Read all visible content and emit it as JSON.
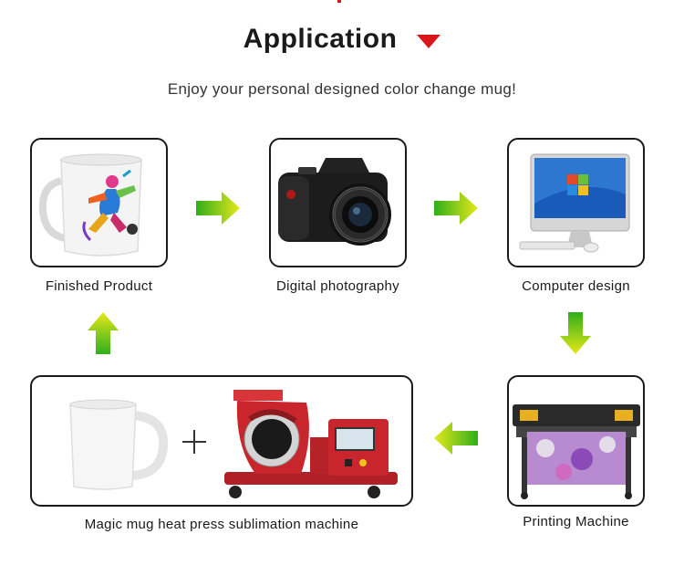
{
  "header": {
    "title": "Application",
    "subtitle": "Enjoy your personal designed color change mug!"
  },
  "steps": {
    "finished_product": "Finished Product",
    "digital_photography": "Digital photography",
    "computer_design": "Computer design",
    "printing_machine": "Printing Machine",
    "heat_press": "Magic mug heat press sublimation machine"
  },
  "colors": {
    "accent_red": "#d9161c",
    "arrow_green": "#3bb51a",
    "arrow_yellow": "#e8e61a"
  },
  "icons": [
    "mug-icon",
    "camera-icon",
    "computer-icon",
    "printer-icon",
    "plain-mug-icon",
    "heat-press-icon",
    "plus-icon",
    "arrow-right-icon",
    "arrow-down-icon",
    "arrow-left-icon",
    "arrow-up-icon"
  ]
}
